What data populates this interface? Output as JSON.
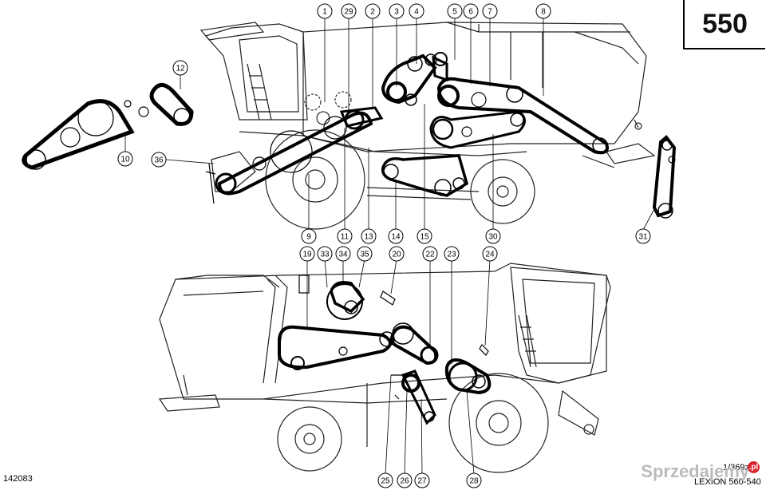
{
  "page_number": "550",
  "drawing_code": "142083",
  "ref_code": "1/369z00",
  "model": "LEXION 560-540",
  "watermark": {
    "text": "Sprzedajemy",
    "badge": ".pl"
  },
  "callouts": [
    "1",
    "2",
    "3",
    "4",
    "5",
    "6",
    "7",
    "8",
    "9",
    "10",
    "11",
    "12",
    "13",
    "14",
    "15",
    "19",
    "20",
    "22",
    "23",
    "24",
    "25",
    "26",
    "27",
    "28",
    "29",
    "30",
    "31",
    "33",
    "34",
    "35",
    "36"
  ]
}
